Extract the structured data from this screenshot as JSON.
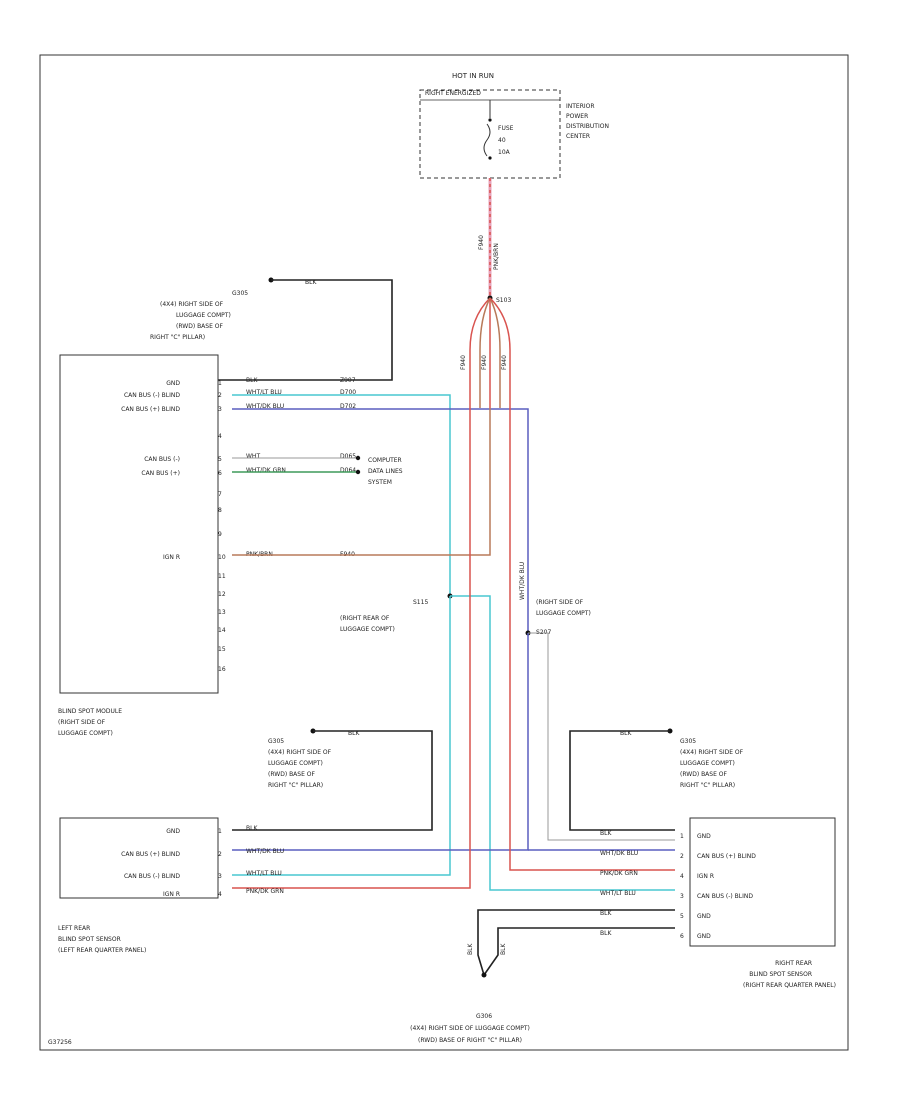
{
  "fuse_box": {
    "hot_label": "HOT IN RUN",
    "relay_label": "RIGHT ENERGIZED",
    "fuse_label": "FUSE",
    "fuse_no": "40",
    "fuse_amp": "10A",
    "center_name": [
      "INTERIOR",
      "POWER",
      "DISTRIBUTION",
      "CENTER"
    ]
  },
  "feed": {
    "wire_label": "F940",
    "color_label": "PNK/BRN",
    "splice": "S103"
  },
  "top_ground": {
    "wire": "BLK",
    "lines": [
      "G305",
      "(4X4) RIGHT SIDE OF",
      "LUGGAGE COMPT)",
      "(RWD) BASE OF",
      "RIGHT \"C\" PILLAR)"
    ]
  },
  "module": {
    "title": [
      "BLIND SPOT MODULE",
      "(RIGHT SIDE OF",
      "LUGGAGE COMPT)"
    ],
    "pins": [
      {
        "name": "GND",
        "pin": "1",
        "color": "BLK",
        "circuit": "Z907"
      },
      {
        "name": "CAN BUS (-) BLIND",
        "pin": "2",
        "color": "WHT/LT BLU",
        "circuit": "D700"
      },
      {
        "name": "CAN BUS (+) BLIND",
        "pin": "3",
        "color": "WHT/DK BLU",
        "circuit": "D702"
      },
      {
        "name": "",
        "pin": "4",
        "color": "",
        "circuit": ""
      },
      {
        "name": "CAN BUS (-)",
        "pin": "5",
        "color": "WHT",
        "circuit": "D065"
      },
      {
        "name": "CAN BUS (+)",
        "pin": "6",
        "color": "WHT/DK GRN",
        "circuit": "D064"
      },
      {
        "name": "",
        "pin": "7",
        "color": "",
        "circuit": ""
      },
      {
        "name": "",
        "pin": "8",
        "color": "",
        "circuit": ""
      },
      {
        "name": "",
        "pin": "9",
        "color": "",
        "circuit": ""
      },
      {
        "name": "IGN R",
        "pin": "10",
        "color": "PNK/BRN",
        "circuit": "F940"
      },
      {
        "name": "",
        "pin": "11",
        "color": "",
        "circuit": ""
      },
      {
        "name": "",
        "pin": "12",
        "color": "",
        "circuit": ""
      },
      {
        "name": "",
        "pin": "13",
        "color": "",
        "circuit": ""
      },
      {
        "name": "",
        "pin": "14",
        "color": "",
        "circuit": ""
      },
      {
        "name": "",
        "pin": "15",
        "color": "",
        "circuit": ""
      },
      {
        "name": "",
        "pin": "16",
        "color": "",
        "circuit": ""
      }
    ]
  },
  "computer_data": [
    "COMPUTER",
    "DATA LINES",
    "SYSTEM"
  ],
  "splice_left": {
    "id": "S115",
    "lines": [
      "(RIGHT REAR OF",
      "LUGGAGE COMPT)"
    ]
  },
  "splice_right": {
    "id": "S207",
    "lines": [
      "(RIGHT SIDE OF",
      "LUGGAGE COMPT)"
    ]
  },
  "vertical_wire_label": "WHT/DK BLU",
  "left_ground": {
    "wire": "BLK",
    "lines": [
      "G305",
      "(4X4) RIGHT SIDE OF",
      "LUGGAGE COMPT)",
      "(RWD) BASE OF",
      "RIGHT \"C\" PILLAR)"
    ]
  },
  "right_ground": {
    "wire": "BLK",
    "lines": [
      "G305",
      "(4X4) RIGHT SIDE OF",
      "LUGGAGE COMPT)",
      "(RWD) BASE OF",
      "RIGHT \"C\" PILLAR)"
    ]
  },
  "left_sensor": {
    "title": [
      "LEFT REAR",
      "BLIND SPOT SENSOR",
      "(LEFT REAR QUARTER PANEL)"
    ],
    "pins": [
      {
        "name": "GND",
        "pin": "1",
        "color": "BLK"
      },
      {
        "name": "CAN BUS (+) BLIND",
        "pin": "2",
        "color": "WHT/DK BLU"
      },
      {
        "name": "CAN BUS (-) BLIND",
        "pin": "3",
        "color": "WHT/LT BLU"
      },
      {
        "name": "IGN R",
        "pin": "4",
        "color": "PNK/DK GRN"
      }
    ]
  },
  "right_sensor": {
    "title": [
      "RIGHT REAR",
      "BLIND SPOT SENSOR",
      "(RIGHT REAR QUARTER PANEL)"
    ],
    "pins": [
      {
        "name": "GND",
        "pin": "1",
        "color": "BLK"
      },
      {
        "name": "CAN BUS (+) BLIND",
        "pin": "2",
        "color": "WHT/DK BLU"
      },
      {
        "name": "IGN R",
        "pin": "4",
        "color": "PNK/DK GRN"
      },
      {
        "name": "CAN BUS (-) BLIND",
        "pin": "3",
        "color": "WHT/LT BLU"
      },
      {
        "name": "GND",
        "pin": "5",
        "color": "BLK"
      },
      {
        "name": "GND",
        "pin": "6",
        "color": "BLK"
      }
    ]
  },
  "bottom_ground": {
    "wire_a": "BLK",
    "wire_b": "BLK",
    "lines": [
      "G306",
      "(4X4) RIGHT SIDE OF LUGGAGE COMPT)",
      "(RWD) BASE OF RIGHT \"C\" PILLAR)"
    ]
  },
  "figure_id": "G37256",
  "colors": {
    "black": "#222222",
    "light_blue": "#49c7d0",
    "dark_blue": "#5a5fbf",
    "red": "#d9534f",
    "brown": "#b87a5a",
    "green": "#3f9a5a"
  }
}
